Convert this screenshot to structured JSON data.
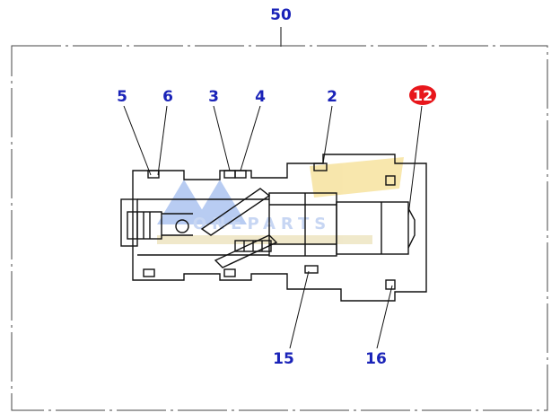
{
  "diagram": {
    "assembly_label": "50",
    "highlight_color": "#e8161b",
    "label_color": "#1a23b8",
    "callouts": [
      {
        "id": "5",
        "label": "5"
      },
      {
        "id": "6",
        "label": "6"
      },
      {
        "id": "3",
        "label": "3"
      },
      {
        "id": "4",
        "label": "4"
      },
      {
        "id": "2",
        "label": "2"
      },
      {
        "id": "12",
        "label": "12",
        "highlighted": true
      },
      {
        "id": "15",
        "label": "15"
      },
      {
        "id": "16",
        "label": "16"
      }
    ],
    "watermark": {
      "text": "ONEPARTS",
      "colors": [
        "#3a6fd6",
        "#f2c230"
      ]
    }
  }
}
